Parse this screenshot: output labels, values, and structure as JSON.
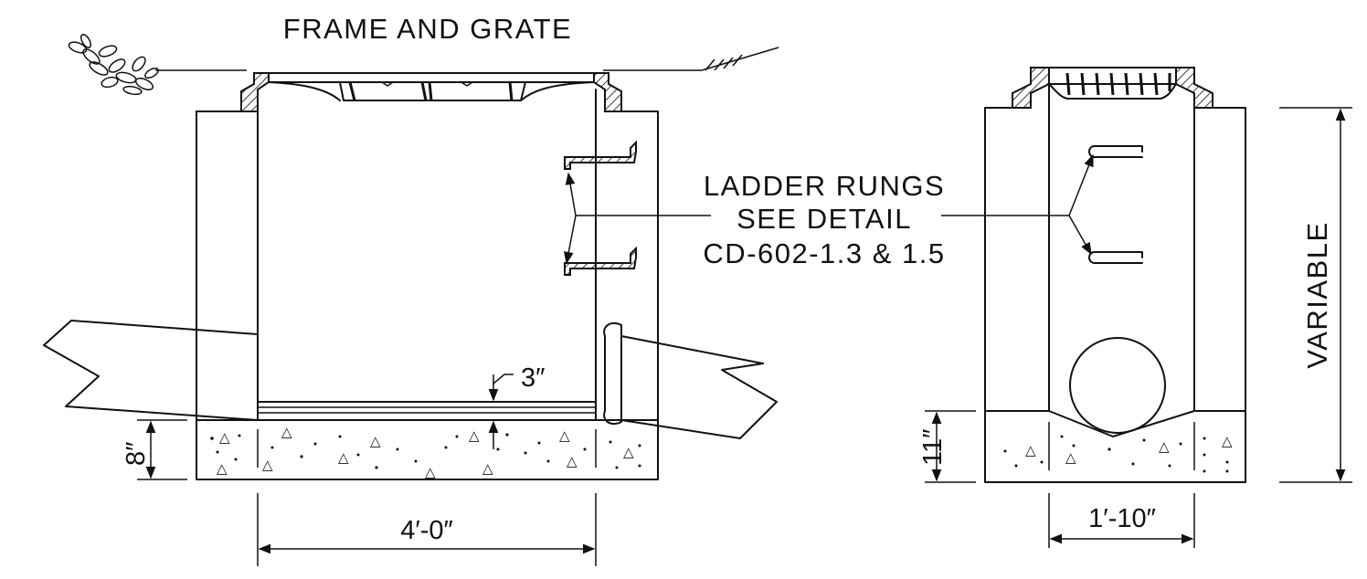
{
  "labels": {
    "frame_and_grate": "FRAME AND GRATE",
    "ladder_rungs_line1": "LADDER RUNGS",
    "ladder_rungs_line2": "SEE DETAIL",
    "ladder_rungs_line3": "CD-602-1.3 & 1.5"
  },
  "dimensions": {
    "base_thickness": "8″",
    "bench_height": "3″",
    "width_front": "4′-0″",
    "base_thickness_side": "11″",
    "width_side": "1′-10″",
    "height": "VARIABLE"
  },
  "colors": {
    "line": "#111111",
    "background": "#ffffff"
  }
}
